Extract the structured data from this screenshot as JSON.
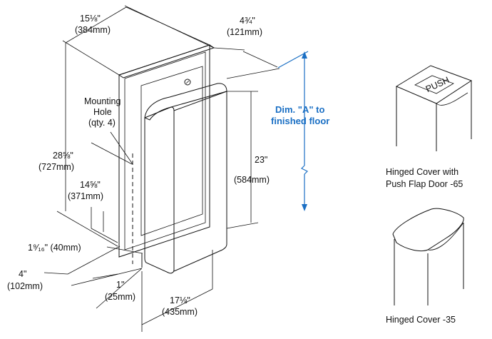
{
  "dimensions": {
    "width_in": "15⅛\"",
    "width_mm": "(384mm)",
    "depth_in": "4¾\"",
    "depth_mm": "(121mm)",
    "height_in": "28⅝\"",
    "height_mm": "(727mm)",
    "mount_height_in": "14⅝\"",
    "mount_height_mm": "(371mm)",
    "bin_height_in": "23\"",
    "bin_height_mm": "(584mm)",
    "offset_in": "1⁹⁄₁₆\" (40mm)",
    "side_in": "4\"",
    "side_mm": "(102mm)",
    "small_in": "1\"",
    "small_mm": "(25mm)",
    "bin_width_in": "17⅛\"",
    "bin_width_mm": "(435mm)"
  },
  "labels": {
    "mounting_l1": "Mounting",
    "mounting_l2": "Hole",
    "mounting_l3": "(qty. 4)",
    "dim_a_l1": "Dim. \"A\" to",
    "dim_a_l2": "finished floor",
    "cover1_l1": "Hinged Cover with",
    "cover1_l2": "Push Flap Door -65",
    "cover2": "Hinged Cover -35",
    "push": "PUSH"
  },
  "colors": {
    "accent": "#1a6fc4"
  }
}
